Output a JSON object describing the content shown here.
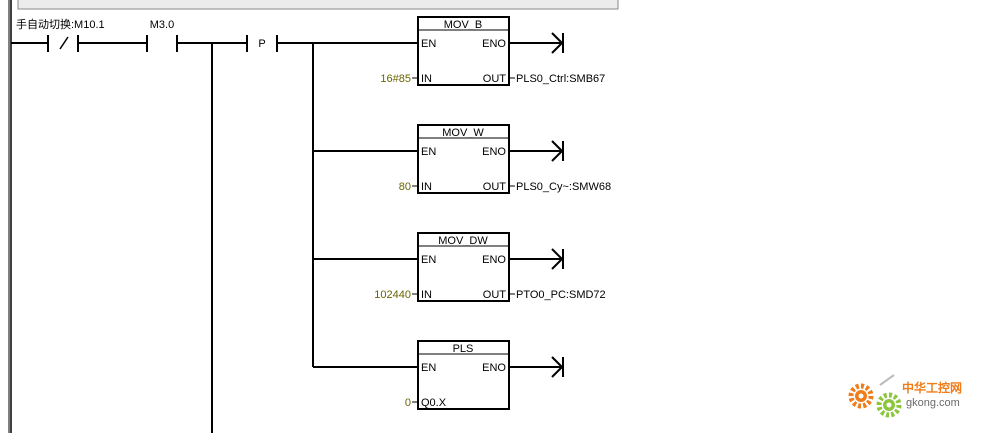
{
  "network": {
    "contacts": [
      {
        "label": "手自动切换:M10.1",
        "type": "NC"
      },
      {
        "label": "M3.0",
        "type": "NO"
      },
      {
        "label": "P",
        "type": "P"
      }
    ],
    "boxes": [
      {
        "title": "MOV_B",
        "en": "EN",
        "eno": "ENO",
        "in_label": "IN",
        "in_value": "16#85",
        "out_label": "OUT",
        "out_value": "PLS0_Ctrl:SMB67"
      },
      {
        "title": "MOV_W",
        "en": "EN",
        "eno": "ENO",
        "in_label": "IN",
        "in_value": "80",
        "out_label": "OUT",
        "out_value": "PLS0_Cy~:SMW68"
      },
      {
        "title": "MOV_DW",
        "en": "EN",
        "eno": "ENO",
        "in_label": "IN",
        "in_value": "102440",
        "out_label": "OUT",
        "out_value": "PTO0_PC:SMD72"
      },
      {
        "title": "PLS",
        "en": "EN",
        "eno": "ENO",
        "in_label": "Q0.X",
        "in_value": "0"
      }
    ]
  },
  "watermark": {
    "brand": "中华工控网",
    "url": "gkong.com"
  },
  "colors": {
    "parameter": "#6b6500",
    "watermark_orange": "#f07c1a",
    "watermark_green": "#8cc63f"
  }
}
